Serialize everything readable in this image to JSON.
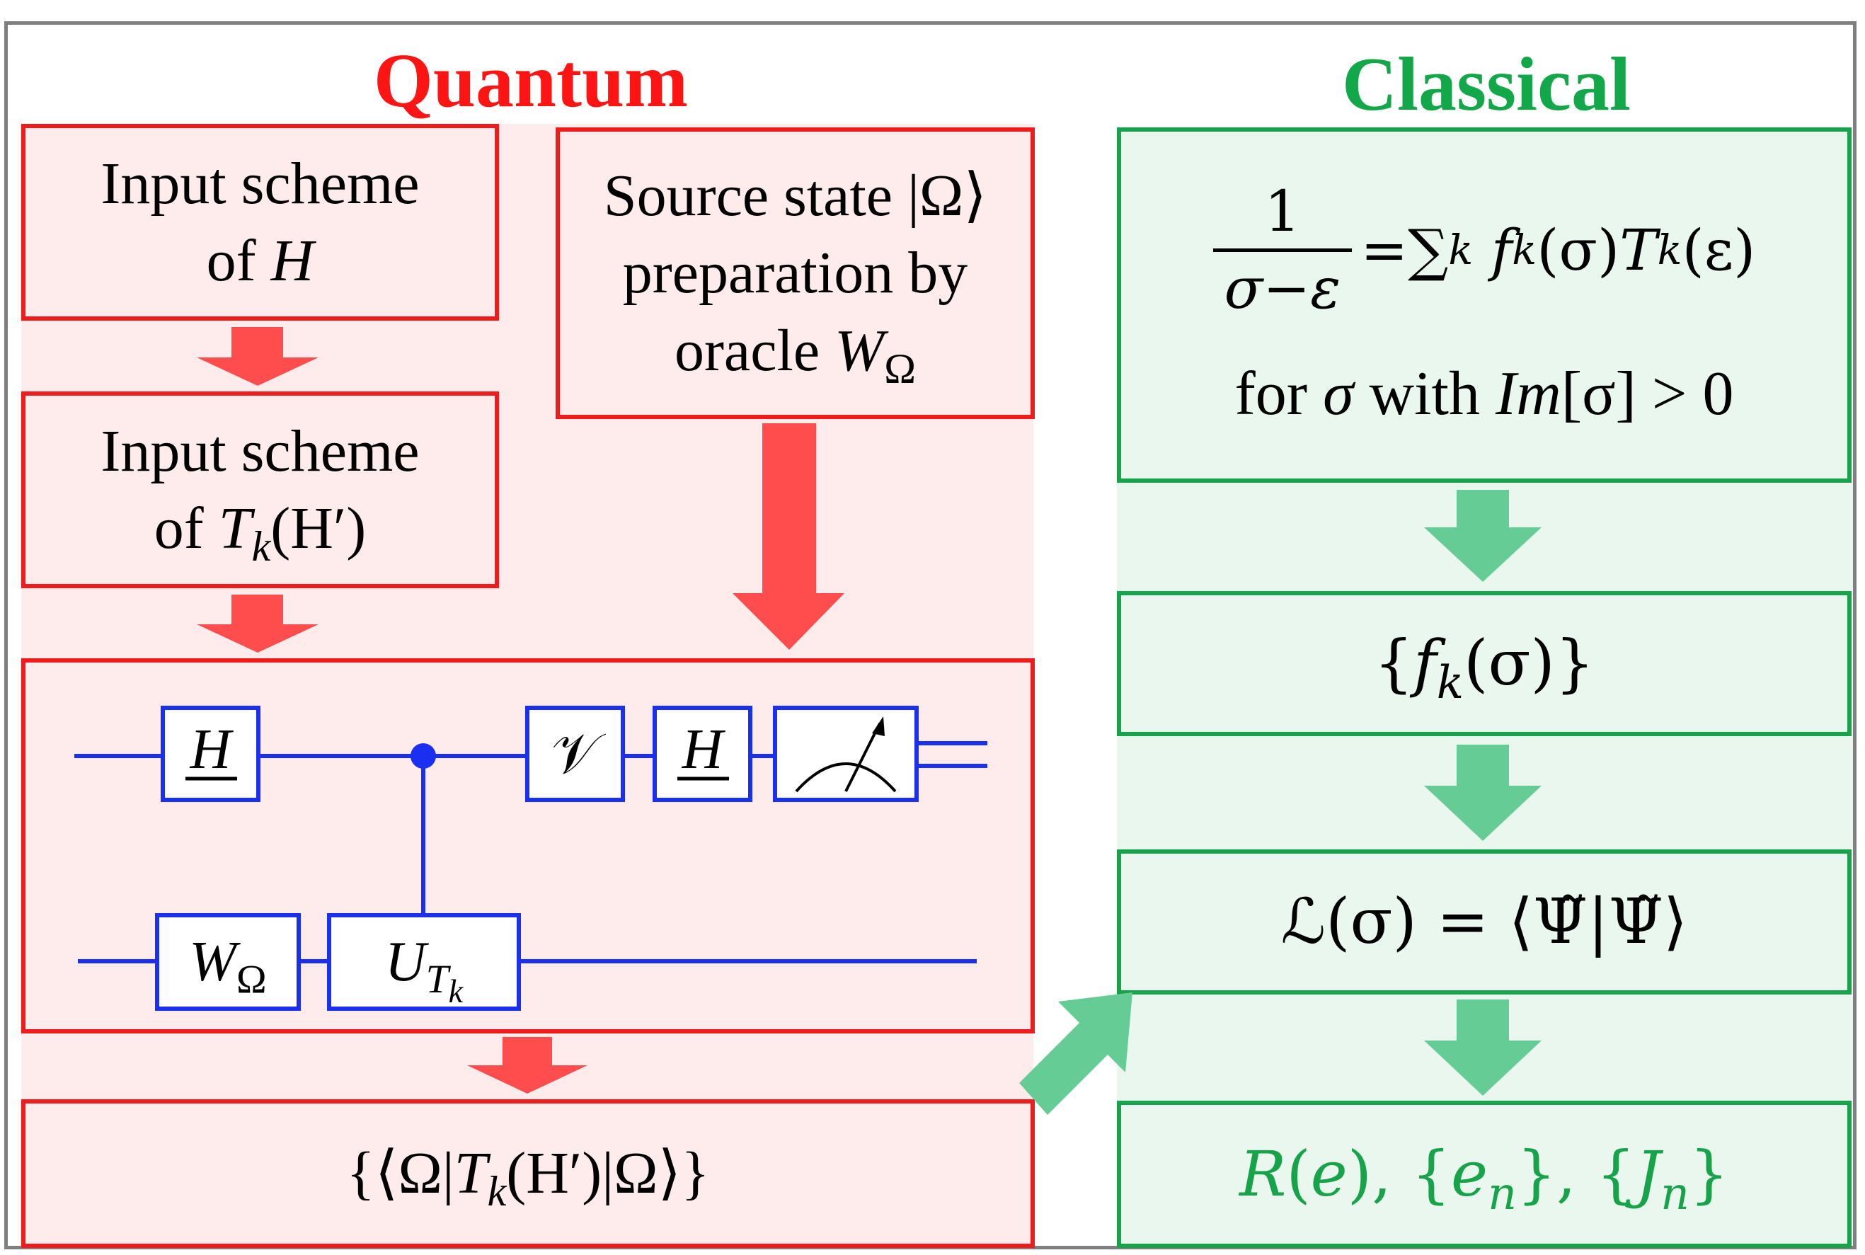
{
  "quantum": {
    "title": "Quantum",
    "input_h": {
      "line1": "Input scheme",
      "line2_prefix": "of ",
      "line2_var": "H"
    },
    "input_tk": {
      "line1": "Input scheme",
      "line2_prefix": "of ",
      "line2_var": "T",
      "line2_sub": "k",
      "line2_rest": "(H′)"
    },
    "source": {
      "line1": "Source state |Ω⟩",
      "line2": "preparation by",
      "line3_prefix": "oracle ",
      "line3_var": "W",
      "line3_sub": "Ω"
    },
    "circuit": {
      "gate_h1": "H",
      "gate_v": "𝒱",
      "gate_h2": "H",
      "gate_w": "W",
      "gate_w_sub": "Ω",
      "gate_u": "U",
      "gate_u_sub": "T",
      "gate_u_subsub": "k"
    },
    "result": {
      "prefix": "{⟨Ω|",
      "var": "T",
      "sub": "k",
      "rest": "(H′)|Ω⟩}"
    }
  },
  "classical": {
    "title": "Classical",
    "expansion": {
      "frac_num": "1",
      "frac_den": "σ−ε",
      "rhs_eq": "=",
      "rhs_sum": "∑",
      "rhs_sum_sub": "k",
      "rhs_f": "f",
      "rhs_f_sub": "k",
      "rhs_mid": "(σ)",
      "rhs_t": "T",
      "rhs_t_sub": "k",
      "rhs_end": "(ε)",
      "cond_prefix": "for ",
      "cond_sigma": "σ",
      "cond_with": " with ",
      "cond_im": "Im",
      "cond_rest": "[σ] > 0"
    },
    "coeffs": {
      "open": "{",
      "f": "f",
      "sub": "k",
      "rest": "(σ)}"
    },
    "loss": {
      "l": "ℒ",
      "rest": "(σ) = ⟨Ψ̃|Ψ̃⟩"
    },
    "output": {
      "r": "R",
      "r_arg_open": "(",
      "r_arg": "e",
      "r_arg_close": "), {",
      "e": "e",
      "e_sub": "n",
      "mid": "}, {",
      "j": "J",
      "j_sub": "n",
      "end": "}"
    }
  },
  "colors": {
    "quantum": "#f21b1b",
    "classical": "#16a34a",
    "circuit": "#1a2ff0",
    "arrow_red": "#ff4d4d",
    "arrow_green": "#66cc96"
  }
}
